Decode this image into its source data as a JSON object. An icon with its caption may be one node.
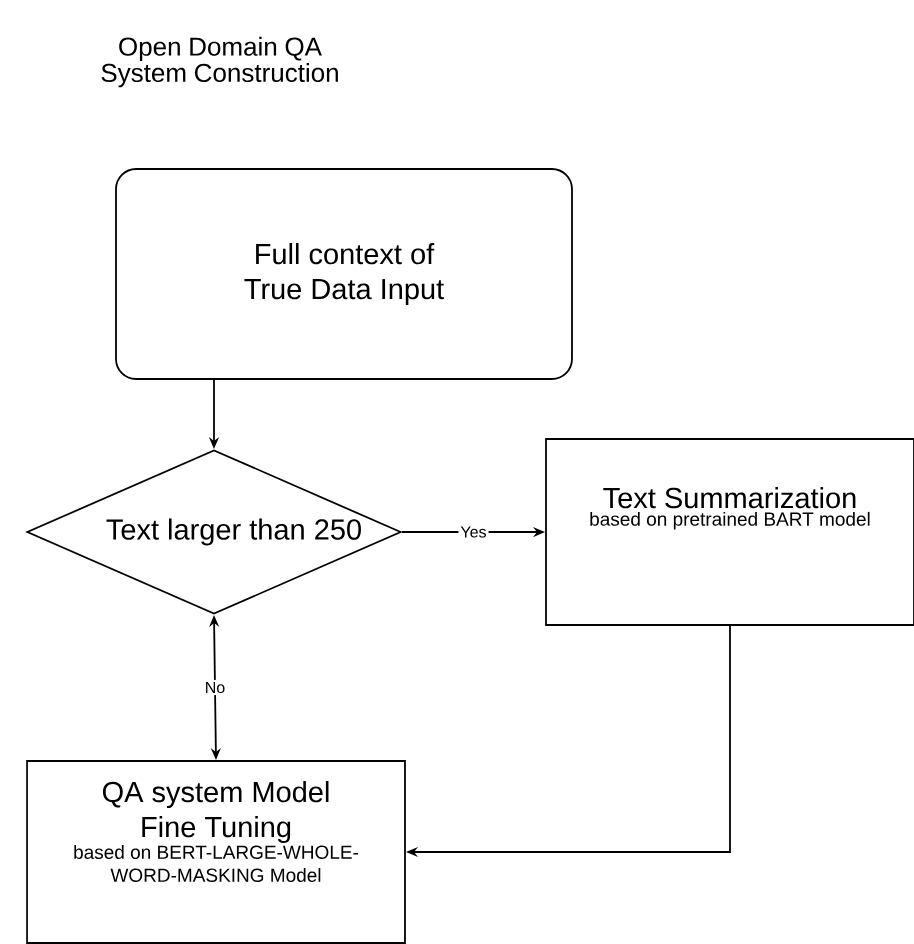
{
  "diagram": {
    "title": "Open Domain QA System Construction",
    "nodes": [
      {
        "text": [
          "Full context of True Data Input"
        ]
      },
      {
        "text": [
          "Text larger than 250"
        ]
      },
      {
        "text": [
          "Text Summarization",
          "based on pretrained BART model"
        ]
      },
      {
        "text": [
          "QA system Model Fine Tuning",
          "based on BERT-LARGE-WHOLE-WORD-MASKING Model"
        ]
      }
    ],
    "edges": [
      {
        "from": 0,
        "to": 1,
        "arrow": "to"
      },
      {
        "from": 1,
        "to": 2,
        "arrow": "to",
        "label": "Yes"
      },
      {
        "from": 2,
        "to": 3,
        "arrow": "to"
      },
      {
        "from": 1,
        "to": 3,
        "arrow": "both",
        "label": "No"
      }
    ]
  }
}
